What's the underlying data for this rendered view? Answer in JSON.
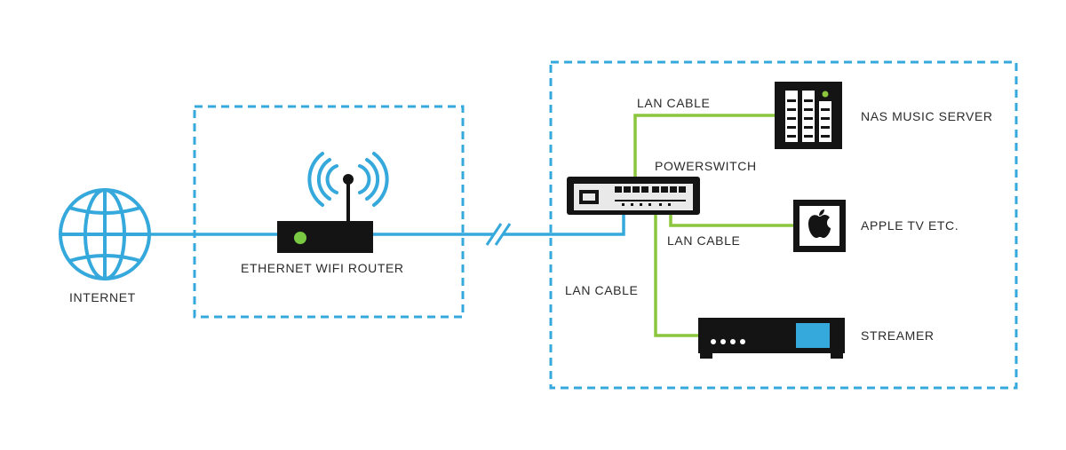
{
  "labels": {
    "internet": "INTERNET",
    "router": "ETHERNET WIFI ROUTER",
    "powerswitch": "POWERSWITCH",
    "nas": "NAS MUSIC SERVER",
    "appletv": "APPLE TV ETC.",
    "streamer": "STREAMER",
    "lan_nas": "LAN CABLE",
    "lan_appletv": "LAN CABLE",
    "lan_streamer": "LAN CABLE"
  },
  "icons": {
    "globe": "globe-icon",
    "router": "router-icon",
    "wifi": "wifi-signal-icon",
    "switch": "network-switch-icon",
    "nas": "nas-server-icon",
    "appletv": "apple-tv-icon",
    "streamer": "streamer-icon",
    "break": "line-break-icon"
  },
  "colors": {
    "ethernet_line": "#35a8dc",
    "lan_line": "#8cc63f",
    "boundary": "#35a8dc",
    "device": "#141414",
    "router_led": "#7ac943",
    "streamer_screen": "#35a8dc",
    "text": "#2b2b2b"
  }
}
